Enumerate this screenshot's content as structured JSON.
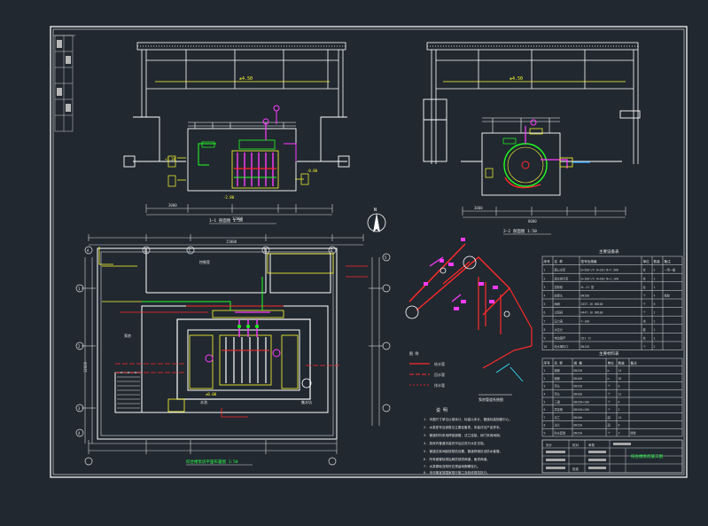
{
  "colors": {
    "background": "#212830",
    "frame": "#e8e8e8",
    "wall": "#ffffff",
    "dimension": "#d8d8d8",
    "pipe_red": "#ff2a2a",
    "pipe_magenta": "#ff3cff",
    "pipe_green": "#22ff22",
    "pipe_yellow": "#ffff30",
    "water_blue": "#2aa8ff",
    "cyan": "#36e8ff",
    "title_green": "#2dff4c"
  },
  "drawing": {
    "view_titles": {
      "section_1": "1—1 剖面图 1:50",
      "section_2": "2—2 剖面图 1:50",
      "plan": "综合楼泵房平面布置图 1:50",
      "isometric": "泵房管道系统图"
    },
    "notes": {
      "title": "说  明",
      "lines": [
        "1. 本图尺寸单位以毫米计，标高以米计，管道标高指管中心。",
        "2. 水泵型号及参数见主要设备表，安装详见产品样本。",
        "3. 管道材料采用焊接钢管，法兰连接，阀门采用闸阀。",
        "4. 泵房内管道安装完毕后应进行水压试验。",
        "5. 管道支架间距按规范设置，管道穿墙处设防水套管。",
        "6. 所有钢管除锈后刷防锈漆两道，面漆两道。",
        "7. 水泵基础浇筑时应预留地脚螺栓孔。",
        "8. 未尽事宜按国家现行施工及验收规范执行。"
      ]
    },
    "legend": {
      "title": "图  例",
      "items": [
        "给水管",
        "回水管",
        "排水管"
      ]
    },
    "equipment_table": {
      "title": "主要设备表",
      "headers": [
        "序号",
        "名  称",
        "型号及规格",
        "单位",
        "数量",
        "备注"
      ],
      "rows": [
        [
          "1",
          "离心水泵",
          "Q=50m³/h H=32m N=7.5kW",
          "台",
          "2",
          "一用一备"
        ],
        [
          "2",
          "潜水排污泵",
          "Q=10m³/h H=10m N=1.1kW",
          "台",
          "1",
          ""
        ],
        [
          "3",
          "控制柜",
          "XL-21 型",
          "台",
          "1",
          ""
        ],
        [
          "4",
          "软接头",
          "DN100",
          "个",
          "4",
          "橡胶"
        ],
        [
          "5",
          "闸阀",
          "Z45T-10 DN100",
          "个",
          "6",
          ""
        ],
        [
          "6",
          "止回阀",
          "H44T-10 DN100",
          "个",
          "2",
          ""
        ],
        [
          "7",
          "压力表",
          "Y-100",
          "块",
          "2",
          ""
        ],
        [
          "8",
          "水位计",
          "",
          "套",
          "1",
          ""
        ],
        [
          "9",
          "电动葫芦",
          "CD1 1t",
          "台",
          "1",
          ""
        ],
        [
          "10",
          "吸水喇叭口",
          "DN150",
          "个",
          "2",
          ""
        ]
      ]
    },
    "material_table": {
      "title": "主要材料表",
      "headers": [
        "序号",
        "名  称",
        "规  格",
        "单位",
        "数量",
        "备注"
      ],
      "rows": [
        [
          "1",
          "钢管",
          "DN150",
          "m",
          "24",
          ""
        ],
        [
          "2",
          "钢管",
          "DN100",
          "m",
          "36",
          ""
        ],
        [
          "3",
          "弯头",
          "DN150",
          "个",
          "8",
          ""
        ],
        [
          "4",
          "弯头",
          "DN100",
          "个",
          "12",
          ""
        ],
        [
          "5",
          "三通",
          "DN150×100",
          "个",
          "4",
          ""
        ],
        [
          "6",
          "异径管",
          "DN150×100",
          "个",
          "2",
          ""
        ],
        [
          "7",
          "法兰",
          "DN100",
          "副",
          "14",
          ""
        ],
        [
          "8",
          "法兰",
          "DN150",
          "副",
          "8",
          ""
        ],
        [
          "9",
          "防水套管",
          "DN150",
          "个",
          "3",
          "刚性"
        ]
      ]
    },
    "title_block": {
      "project": "综合楼泵房施工图",
      "labels": [
        "设计",
        "校对",
        "审核",
        "批准"
      ]
    },
    "levels": {
      "roof": "±4.50",
      "floor": "±0.00",
      "pit_bottom": "-2.80",
      "water": "-0.80",
      "pipe": "+1.20"
    },
    "dimensions": {
      "section1_total": "12000",
      "section2_total": "8000",
      "plan_total": "15000",
      "plan_height": "12000",
      "segment": "3000"
    },
    "axis_labels": [
      "A",
      "B",
      "C",
      "D",
      "E",
      "1",
      "2",
      "3",
      "4",
      "5"
    ],
    "room_labels": {
      "pump_room": "泵房",
      "control_room": "控制室",
      "pool": "水池",
      "sump": "集水坑"
    },
    "north_arrow": "N"
  }
}
